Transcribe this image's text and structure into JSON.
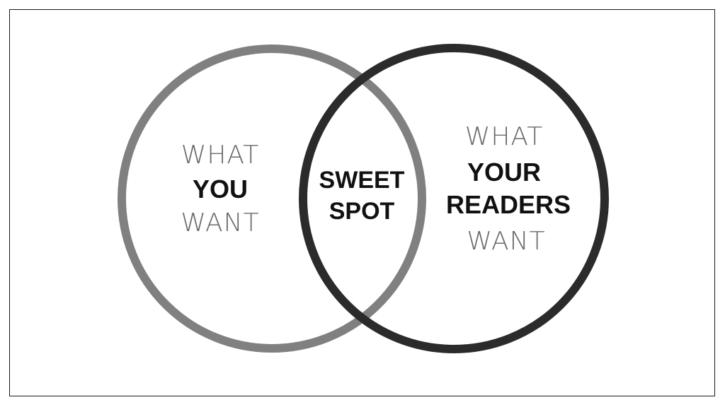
{
  "diagram": {
    "type": "venn",
    "circles": [
      {
        "name": "what-you-want",
        "color": "#808080",
        "lines": [
          {
            "text": "WHAT",
            "style": "thin"
          },
          {
            "text": "YOU",
            "style": "bold"
          },
          {
            "text": "WANT",
            "style": "thin"
          }
        ]
      },
      {
        "name": "what-your-readers-want",
        "color": "#2b2b2b",
        "lines": [
          {
            "text": "WHAT",
            "style": "thin"
          },
          {
            "text": "YOUR",
            "style": "bold"
          },
          {
            "text": "READERS",
            "style": "bold"
          },
          {
            "text": "WANT",
            "style": "thin"
          }
        ]
      }
    ],
    "overlap": {
      "lines": [
        {
          "text": "SWEET",
          "style": "bold"
        },
        {
          "text": "SPOT",
          "style": "bold"
        }
      ]
    }
  }
}
